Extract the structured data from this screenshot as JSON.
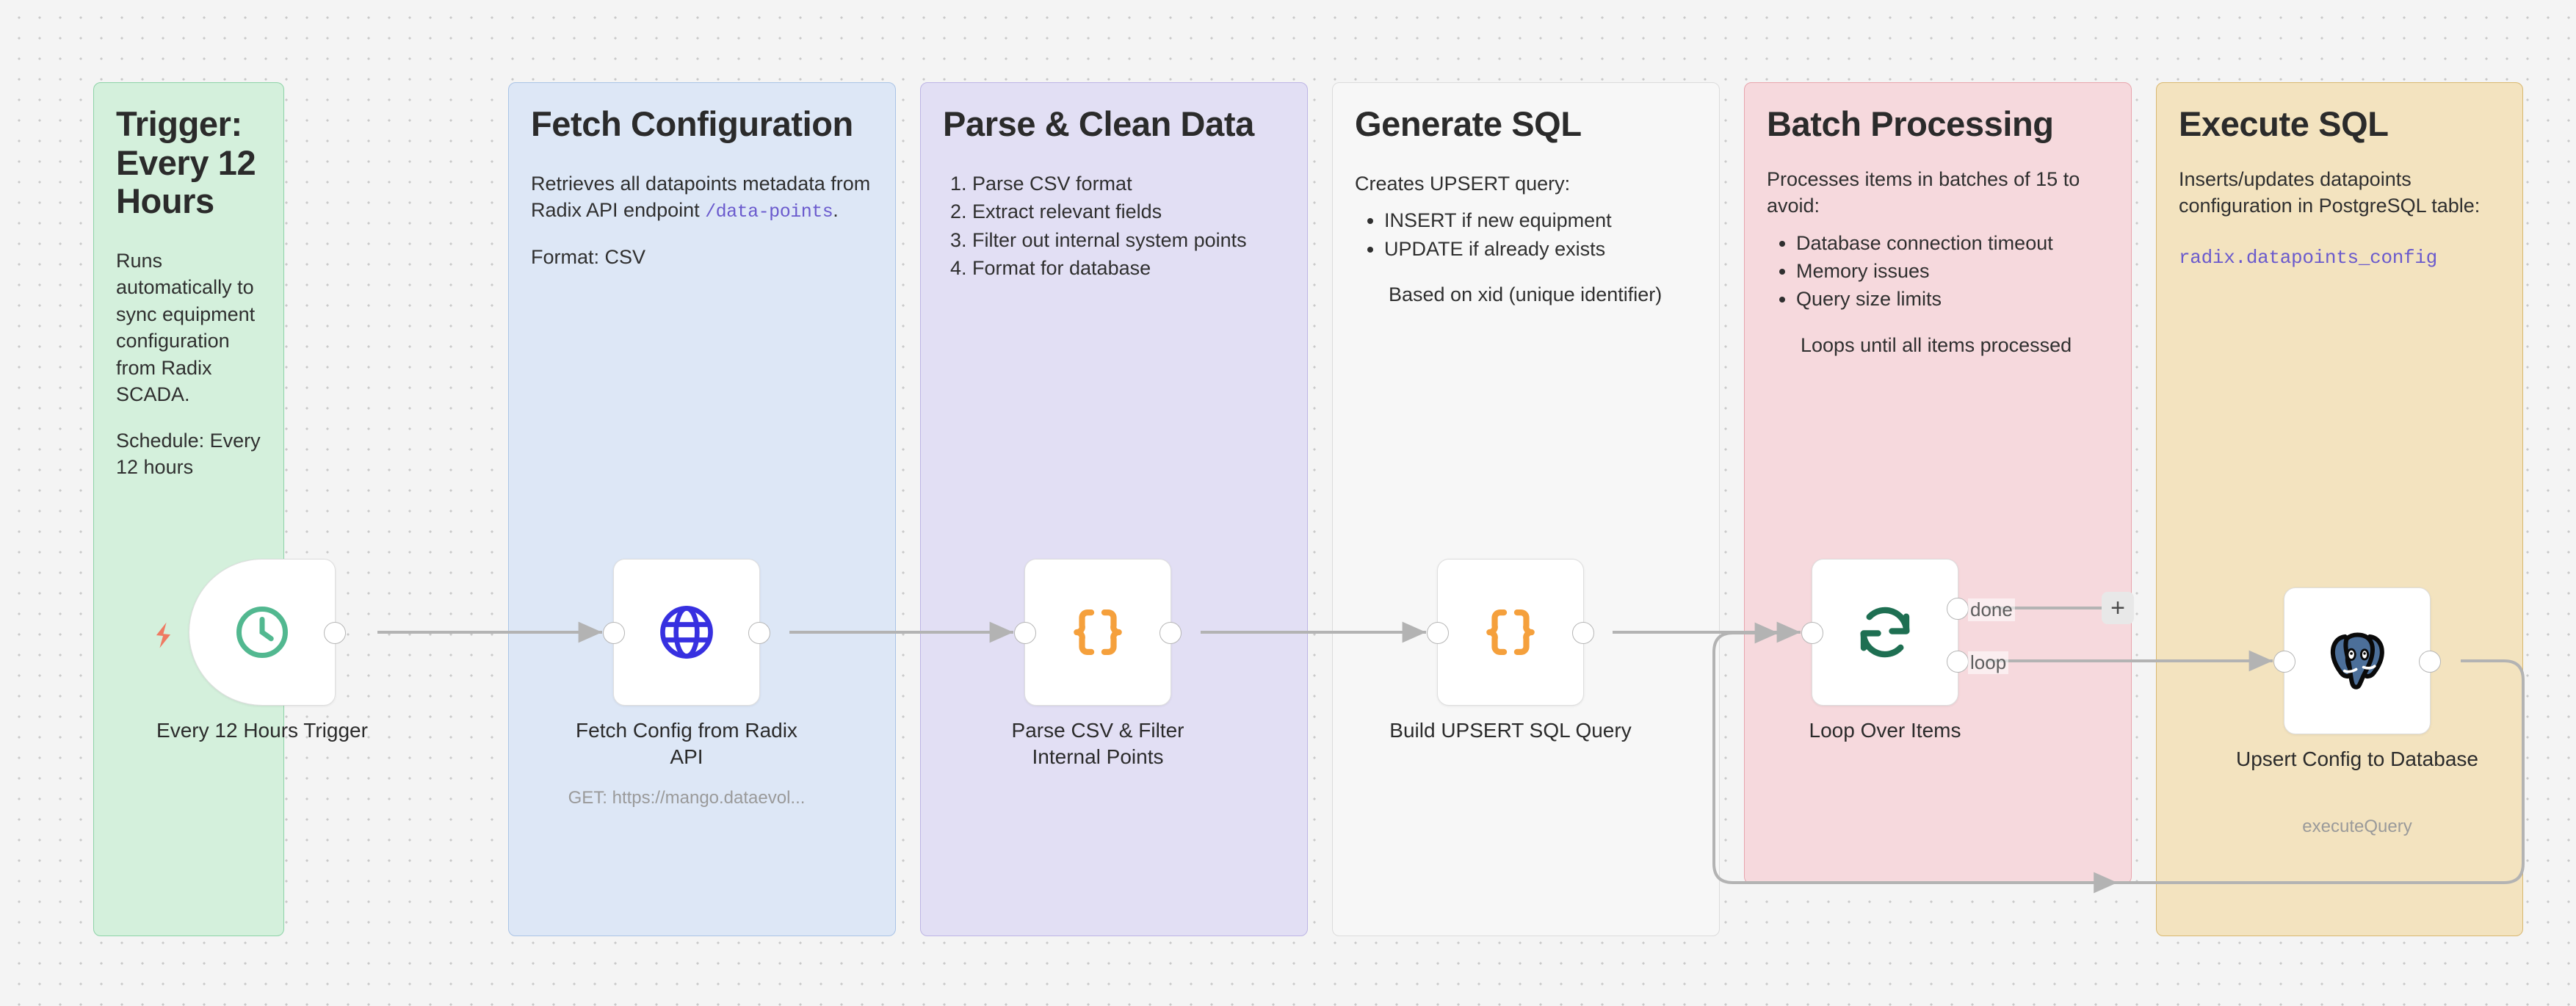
{
  "canvas": {
    "background": "#f4f4f4",
    "grid_dot_color": "#c9c9c9"
  },
  "notes": [
    {
      "id": "trigger-note",
      "title": "Trigger: Every 12 Hours",
      "color": "#d4f0dc",
      "border": "#8ed3a8",
      "para1": "Runs automatically to sync equipment configuration from Radix SCADA.",
      "para2": "Schedule: Every 12 hours"
    },
    {
      "id": "fetch-note",
      "title": "Fetch Configuration",
      "color": "#dde7f6",
      "border": "#aac4e6",
      "para1_pre": "Retrieves all datapoints metadata from Radix API endpoint ",
      "para1_code": "/data-points",
      "para1_post": ".",
      "para2": "Format: CSV"
    },
    {
      "id": "parse-note",
      "title": "Parse & Clean Data",
      "color": "#e2dff4",
      "border": "#bdb5e5",
      "steps": [
        "Parse CSV format",
        "Extract relevant fields",
        "Filter out internal system points",
        "Format for database"
      ]
    },
    {
      "id": "sql-note",
      "title": "Generate SQL",
      "color": "#f7f7f7",
      "border": "#dcdcdc",
      "para1": "Creates UPSERT query:",
      "bullets": [
        "INSERT if new equipment",
        "UPDATE if already exists"
      ],
      "para2": "Based on xid (unique identifier)"
    },
    {
      "id": "batch-note",
      "title": "Batch Processing",
      "color": "#f6d9dd",
      "border": "#e8a5ad",
      "para1": "Processes items in batches of 15 to avoid:",
      "bullets": [
        "Database connection timeout",
        "Memory issues",
        "Query size limits"
      ],
      "para2": "Loops until all items processed"
    },
    {
      "id": "execute-note",
      "title": "Execute SQL",
      "color": "#f3e3bf",
      "border": "#d9b870",
      "para1": "Inserts/updates datapoints configuration in PostgreSQL table:",
      "code": "radix.datapoints_config"
    }
  ],
  "nodes": [
    {
      "id": "schedule-trigger",
      "title": "Every 12 Hours Trigger",
      "subtitle": "",
      "icon": "clock-icon",
      "icon_color": "#52b890"
    },
    {
      "id": "http-request",
      "title": "Fetch Config from Radix API",
      "subtitle": "GET: https://mango.dataevol...",
      "icon": "globe-icon",
      "icon_color": "#3730e0"
    },
    {
      "id": "code-parse",
      "title": "Parse CSV & Filter Internal Points",
      "subtitle": "",
      "icon": "code-braces-icon",
      "icon_color": "#f5a03c"
    },
    {
      "id": "code-sql",
      "title": "Build UPSERT SQL Query",
      "subtitle": "",
      "icon": "code-braces-icon",
      "icon_color": "#f5a03c"
    },
    {
      "id": "split-in-batches",
      "title": "Loop Over Items",
      "subtitle": "",
      "icon": "loop-refresh-icon",
      "icon_color": "#1e6f52",
      "outputs": [
        "done",
        "loop"
      ]
    },
    {
      "id": "postgres",
      "title": "Upsert Config to Database",
      "subtitle": "executeQuery",
      "icon": "postgresql-elephant-icon",
      "icon_color": "#4c6f99"
    }
  ],
  "controls": {
    "add_node_plus": "+"
  },
  "accents": {
    "trigger_bolt": "#ef7a62",
    "wire": "#b3b3b3"
  }
}
